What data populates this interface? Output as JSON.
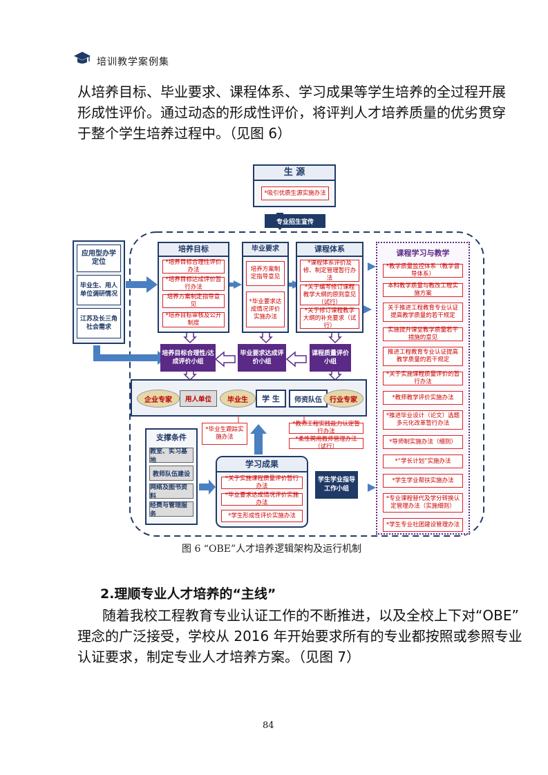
{
  "header": {
    "title": "培训教学案例集"
  },
  "paragraph1": {
    "lines": [
      "从培养目标、毕业要求、课程体系、学习成果等学生培养的全过程开展",
      "形成性评价。通过动态的形成性评价，将评判人才培养质量的优劣贯穿",
      "于整个学生培养过程中。（见图 6）"
    ]
  },
  "diagram": {
    "source": {
      "title": "生 源",
      "item": "*吸引优质生源实施办法"
    },
    "publicity": "专业招生宣传",
    "positioning": {
      "title": "应用型办学定位",
      "cell1": "毕业生、用人单位调研情况",
      "cell2": "江苏及长三角社会需求"
    },
    "training_goal": {
      "title": "培养目标",
      "items": [
        "*培养目标合理性评价办法",
        "*培养目标达成评价暂行办法",
        "培养方案制定指导意见",
        "*培养目标审核及公开制度"
      ]
    },
    "graduation_req": {
      "title": "毕业要求",
      "items": [
        "培养方案制定指导意见",
        "*毕业要求达成情况评价实施办法"
      ]
    },
    "curriculum": {
      "title": "课程体系",
      "items": [
        "*课程体系评价及修、制定管理暂行办法",
        "*关于编写修订课程教学大纲的原则意见（试行）",
        "*关于修订课程教学大纲的补充要求（试行）"
      ]
    },
    "eval_groups": [
      "培养目标合理性/达成评价小组",
      "毕业要求达成评价小组",
      "课程质量评价小组"
    ],
    "participants": {
      "enterprise": "企业专家",
      "employer": "用人单位",
      "graduate": "毕业生",
      "student": "学 生",
      "faculty": "师资队伍",
      "industry": "行业专家"
    },
    "graduate_item": "*毕业生跟踪实施办法",
    "faculty_items": [
      "*教师工程实践能力认定暂行办法",
      "*柔性聘用教师管理办法（试行）"
    ],
    "support": {
      "title": "支撑条件",
      "items": [
        "教室、实习基地",
        "教师队伍建设",
        "网络及图书资料",
        "经费与管理服务"
      ]
    },
    "outcome": {
      "title": "学习成果",
      "items": [
        "*关于实施课程质量评价暂行办法",
        "*毕业要求达成情况评价实施办法",
        "*学生形成性评价实施办法"
      ]
    },
    "guidance": "学生学业指导工作小组",
    "learning": {
      "title": "课程学习与教学",
      "items": [
        "*教学质量监控体系（教学督导体系）",
        "本科教学质量与教改工程实施方案",
        "关于推进工程教育专业认证提高教学质量的若干规定",
        "实施提升课堂教学质量若干措施的意见",
        "推进工程教育专业认证提高教学质量的若干规定",
        "*关于实施课程质量评价的暂行办法",
        "*教师教学评价实施办法",
        "*推进毕业设计（论文）选题多元化改革暂行办法",
        "*导师制实施办法（细则）",
        "*“学长计划”实施办法",
        "*学生学业帮扶实施办法",
        "*专业课程替代及学分转换认定管理办法（实施细则）",
        "*学生专业社团建设管理办法"
      ]
    }
  },
  "caption": "图 6 “OBE”人才培养逻辑架构及运行机制",
  "heading": "2.理顺专业人才培养的“主线”",
  "paragraph2": {
    "lines": [
      "随着我校工程教育专业认证工作的不断推进，以及全校上下对“OBE”",
      "理念的广泛接受，学校从 2016 年开始要求所有的专业都按照或参照专业",
      "认证要求，制定专业人才培养方案。（见图 7）"
    ]
  },
  "page_number": "84"
}
